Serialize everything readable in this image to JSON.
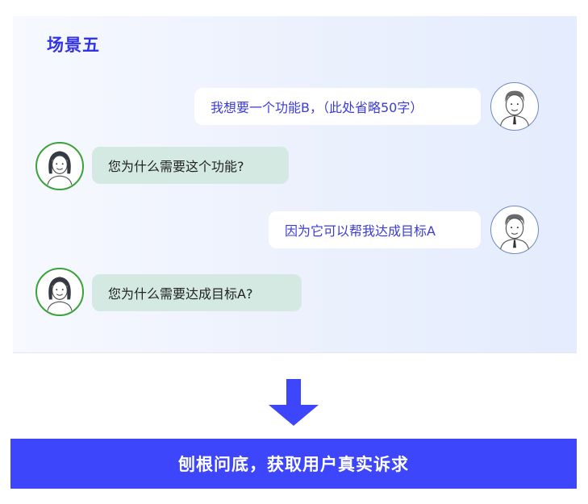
{
  "scene": {
    "title": "场景五",
    "messages": [
      {
        "speaker": "male",
        "side": "right",
        "text": "我想要一个功能B，（此处省略50字）"
      },
      {
        "speaker": "female",
        "side": "left",
        "text": "您为什么需要这个功能?"
      },
      {
        "speaker": "male",
        "side": "right",
        "text": "因为它可以帮我达成目标A"
      },
      {
        "speaker": "female",
        "side": "left",
        "text": "您为什么需要达成目标A?"
      }
    ]
  },
  "arrow": {
    "icon": "down-arrow-icon",
    "color": "#3d46fa"
  },
  "conclusion": {
    "text": "刨根问底，获取用户真实诉求",
    "background": "#3d46fa"
  },
  "colors": {
    "accent": "#3333e6",
    "user_bubble": "#ffffff",
    "interviewer_bubble": "#d3e9e1",
    "female_avatar_ring": "#3aa23a",
    "male_avatar_ring": "#6f89c4"
  }
}
